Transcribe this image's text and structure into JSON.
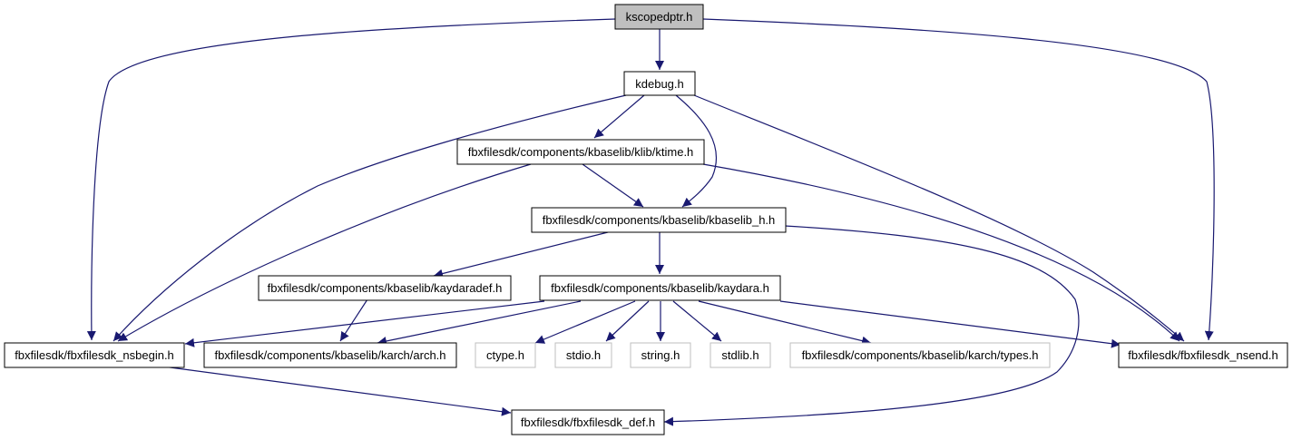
{
  "diagram": {
    "type": "include-dependency-graph",
    "colors": {
      "edge": "#191970",
      "root_fill": "#bfbfbf",
      "node_fill": "#ffffff",
      "node_border": "#000000",
      "external_border": "#bfbfbf",
      "label": "#000000"
    },
    "nodes": [
      {
        "id": "kscopedptr",
        "label": "kscopedptr.h",
        "kind": "root"
      },
      {
        "id": "kdebug",
        "label": "kdebug.h",
        "kind": "header"
      },
      {
        "id": "ktime",
        "label": "fbxfilesdk/components/kbaselib/klib/ktime.h",
        "kind": "header"
      },
      {
        "id": "kbaselib_h",
        "label": "fbxfilesdk/components/kbaselib/kbaselib_h.h",
        "kind": "header"
      },
      {
        "id": "kaydaradef",
        "label": "fbxfilesdk/components/kbaselib/kaydaradef.h",
        "kind": "header"
      },
      {
        "id": "kaydara",
        "label": "fbxfilesdk/components/kbaselib/kaydara.h",
        "kind": "header"
      },
      {
        "id": "nsbegin",
        "label": "fbxfilesdk/fbxfilesdk_nsbegin.h",
        "kind": "header"
      },
      {
        "id": "arch",
        "label": "fbxfilesdk/components/kbaselib/karch/arch.h",
        "kind": "header"
      },
      {
        "id": "ctype",
        "label": "ctype.h",
        "kind": "external"
      },
      {
        "id": "stdio",
        "label": "stdio.h",
        "kind": "external"
      },
      {
        "id": "string",
        "label": "string.h",
        "kind": "external"
      },
      {
        "id": "stdlib",
        "label": "stdlib.h",
        "kind": "external"
      },
      {
        "id": "types",
        "label": "fbxfilesdk/components/kbaselib/karch/types.h",
        "kind": "external"
      },
      {
        "id": "nsend",
        "label": "fbxfilesdk/fbxfilesdk_nsend.h",
        "kind": "header"
      },
      {
        "id": "def",
        "label": "fbxfilesdk/fbxfilesdk_def.h",
        "kind": "header"
      }
    ],
    "edges": [
      {
        "from": "kscopedptr",
        "to": "kdebug"
      },
      {
        "from": "kscopedptr",
        "to": "nsbegin"
      },
      {
        "from": "kscopedptr",
        "to": "nsend"
      },
      {
        "from": "kdebug",
        "to": "ktime"
      },
      {
        "from": "kdebug",
        "to": "kbaselib_h"
      },
      {
        "from": "kdebug",
        "to": "nsbegin"
      },
      {
        "from": "kdebug",
        "to": "nsend"
      },
      {
        "from": "ktime",
        "to": "kbaselib_h"
      },
      {
        "from": "ktime",
        "to": "nsbegin"
      },
      {
        "from": "ktime",
        "to": "nsend"
      },
      {
        "from": "kbaselib_h",
        "to": "kaydaradef"
      },
      {
        "from": "kbaselib_h",
        "to": "kaydara"
      },
      {
        "from": "kbaselib_h",
        "to": "def"
      },
      {
        "from": "kaydaradef",
        "to": "arch"
      },
      {
        "from": "kaydara",
        "to": "nsbegin"
      },
      {
        "from": "kaydara",
        "to": "arch"
      },
      {
        "from": "kaydara",
        "to": "ctype"
      },
      {
        "from": "kaydara",
        "to": "stdio"
      },
      {
        "from": "kaydara",
        "to": "string"
      },
      {
        "from": "kaydara",
        "to": "stdlib"
      },
      {
        "from": "kaydara",
        "to": "types"
      },
      {
        "from": "kaydara",
        "to": "nsend"
      },
      {
        "from": "nsbegin",
        "to": "def"
      }
    ]
  }
}
